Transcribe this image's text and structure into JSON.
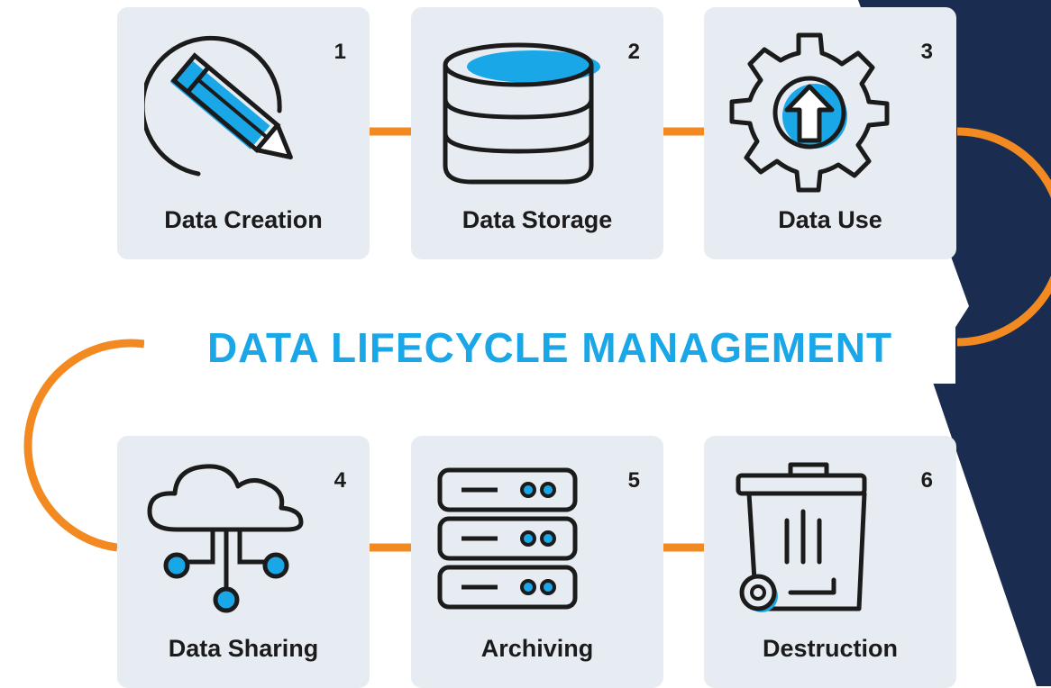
{
  "title": "DATA LIFECYCLE MANAGEMENT",
  "colors": {
    "accent_blue": "#1aa7e8",
    "accent_orange": "#f28a21",
    "card_bg": "#e7ecf2",
    "navy": "#1a2c4f",
    "text": "#1b1b1b"
  },
  "stages": [
    {
      "number": "1",
      "label": "Data Creation",
      "icon": "pencil-icon"
    },
    {
      "number": "2",
      "label": "Data Storage",
      "icon": "database-icon"
    },
    {
      "number": "3",
      "label": "Data Use",
      "icon": "gear-upload-icon"
    },
    {
      "number": "4",
      "label": "Data Sharing",
      "icon": "cloud-network-icon"
    },
    {
      "number": "5",
      "label": "Archiving",
      "icon": "server-stack-icon"
    },
    {
      "number": "6",
      "label": "Destruction",
      "icon": "trash-bin-icon"
    }
  ]
}
